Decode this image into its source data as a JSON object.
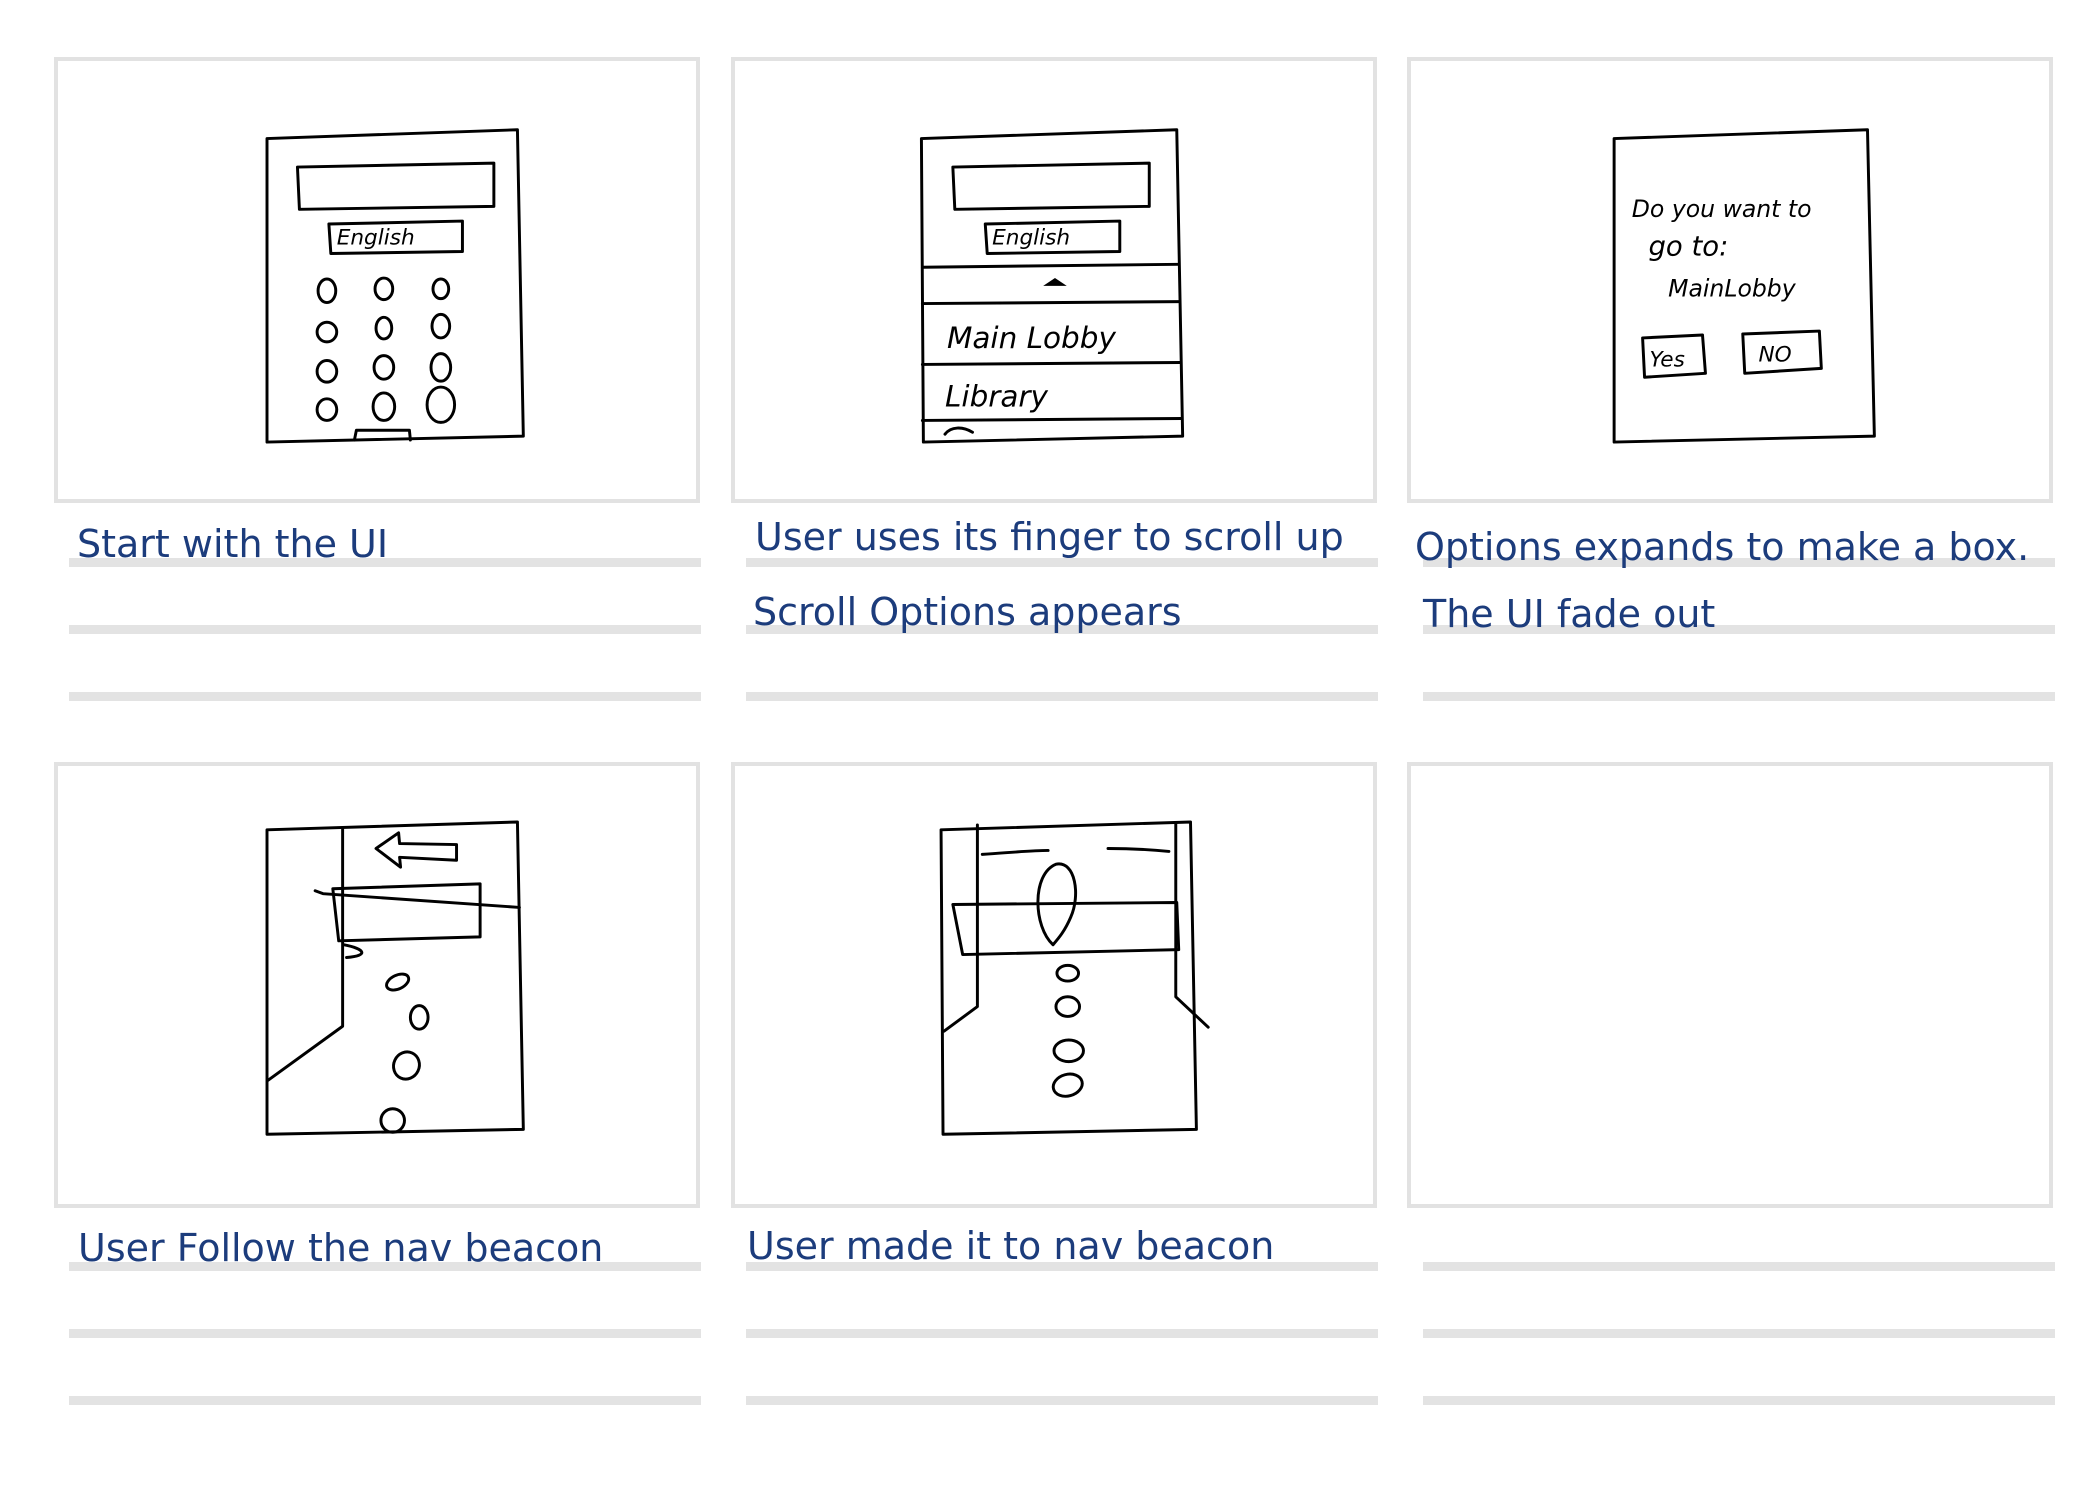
{
  "panels": [
    {
      "captions": [
        "Start with the UI"
      ],
      "sketch": {
        "language_button": "English"
      }
    },
    {
      "captions": [
        "User uses its finger to scroll up",
        "Scroll Options appears"
      ],
      "sketch": {
        "language_button": "English",
        "options": [
          "Main Lobby",
          "Library"
        ]
      }
    },
    {
      "captions": [
        "Options expands to make a box.",
        "The UI fade out"
      ],
      "sketch": {
        "prompt_line1": "Do you want to",
        "prompt_line2": "go to:",
        "destination": "MainLobby",
        "yes": "Yes",
        "no": "NO"
      }
    },
    {
      "captions": [
        "User Follow the nav beacon"
      ]
    },
    {
      "captions": [
        "User made it to nav beacon"
      ]
    },
    {
      "captions": []
    }
  ]
}
